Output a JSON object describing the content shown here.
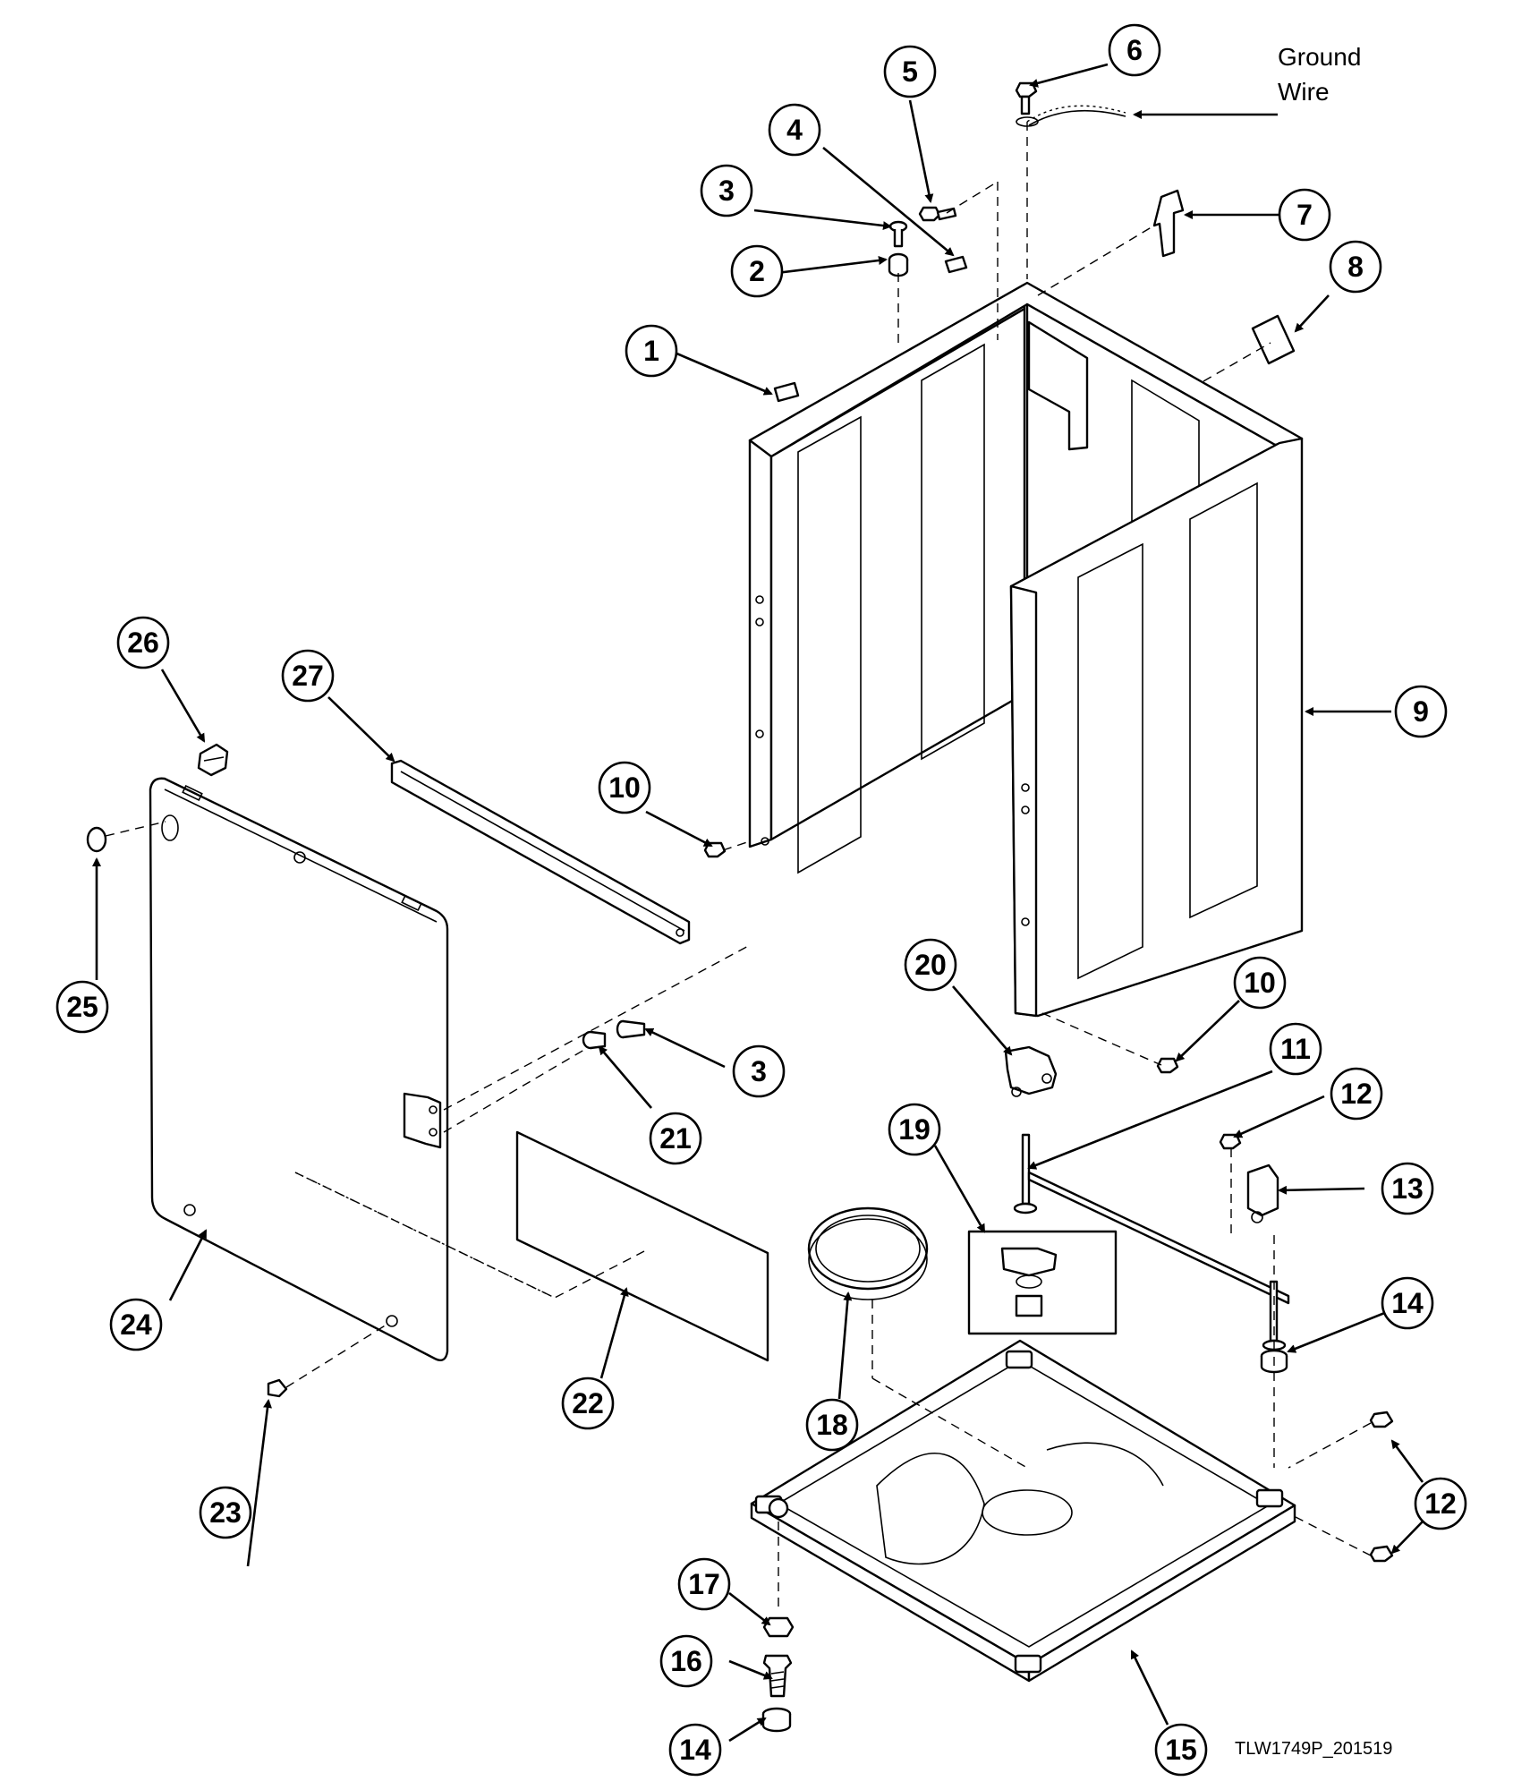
{
  "callouts": [
    "1",
    "2",
    "3",
    "4",
    "5",
    "6",
    "7",
    "8",
    "9",
    "10",
    "11",
    "12",
    "13",
    "14",
    "15",
    "16",
    "17",
    "18",
    "19",
    "20",
    "21",
    "22",
    "23",
    "24",
    "25",
    "26",
    "27"
  ],
  "ground_wire": {
    "line1": "Ground",
    "line2": "Wire"
  },
  "reference_code": "TLW1749P_201519"
}
